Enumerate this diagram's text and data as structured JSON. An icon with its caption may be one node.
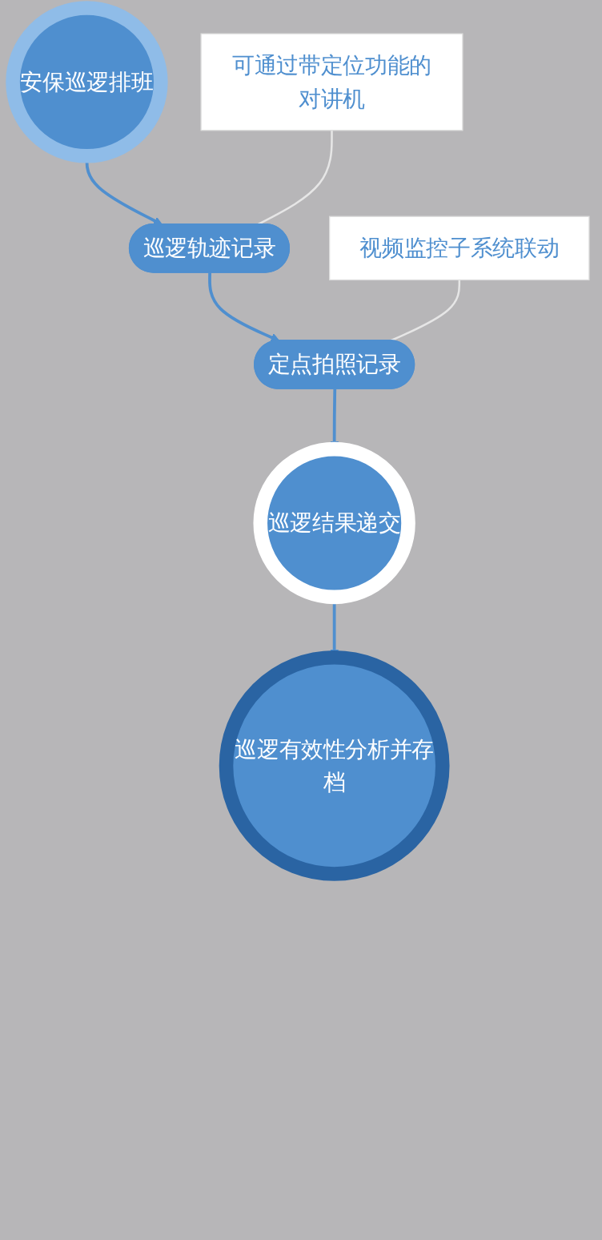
{
  "diagram": {
    "nodes": [
      {
        "text": [
          "安保巡逻排班"
        ]
      },
      {
        "text": [
          "巡逻轨迹记录"
        ]
      },
      {
        "text": [
          "可通过带定位功能的对讲机"
        ]
      },
      {
        "text": [
          "定点拍照记录"
        ]
      },
      {
        "text": [
          "视频监控子系统联动"
        ]
      },
      {
        "text": [
          "巡逻结果递交"
        ]
      },
      {
        "text": [
          "巡逻有效性分析并存档"
        ]
      }
    ],
    "edges": [
      {
        "from": 0,
        "to": 1,
        "arrow": "to"
      },
      {
        "from": 2,
        "to": 1,
        "arrow": "none",
        "color": "#e6e6e6"
      },
      {
        "from": 1,
        "to": 3,
        "arrow": "to"
      },
      {
        "from": 4,
        "to": 3,
        "arrow": "none",
        "color": "#e6e6e6"
      },
      {
        "from": 3,
        "to": 5,
        "arrow": "to"
      },
      {
        "from": 5,
        "to": 6,
        "arrow": "to"
      }
    ]
  }
}
